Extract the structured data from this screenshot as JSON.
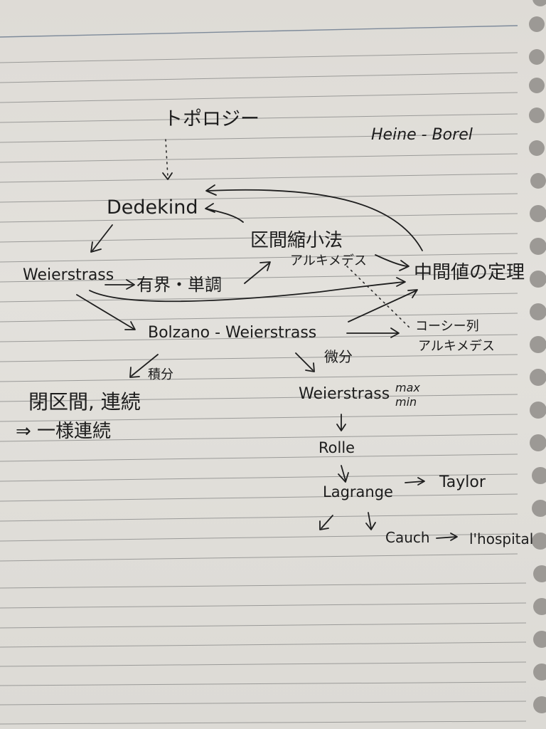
{
  "page": {
    "paper_color": "#e0ded9",
    "rule_color": "#9a9a98",
    "ink_color": "#1c1c1c",
    "hole_color": "#9c9995"
  },
  "nodes": {
    "topology": "トポロジー",
    "heine_borel": "Heine - Borel",
    "dedekind": "Dedekind",
    "nested_intervals": "区間縮小法",
    "archimedes_1": "アルキメデス",
    "weierstrass": "Weierstrass",
    "bounded_monotone": "有界・単調",
    "intermediate_value": "中間値の定理",
    "bolzano_weierstrass": "Bolzano - Weierstrass",
    "cauchy_sequence": "コーシー列",
    "archimedes_2": "アルキメデス",
    "integral": "積分",
    "differential": "微分",
    "closed_interval_continuous": "閉区間, 連続",
    "uniform_continuity": "⇒ 一様連続",
    "weierstrass_maxmin": "Weierstrass",
    "max": "max",
    "min": "min",
    "rolle": "Rolle",
    "lagrange": "Lagrange",
    "taylor": "Taylor",
    "cauchy": "Cauch",
    "lhospital": "l'hospital"
  },
  "edges": [
    {
      "from": "topology",
      "to": "dedekind",
      "style": "dotted"
    },
    {
      "from": "intermediate_value",
      "to": "dedekind",
      "style": "solid"
    },
    {
      "from": "nested_intervals",
      "to": "dedekind",
      "style": "solid"
    },
    {
      "from": "dedekind",
      "to": "weierstrass",
      "style": "solid"
    },
    {
      "from": "weierstrass",
      "to": "bounded_monotone",
      "style": "solid"
    },
    {
      "from": "bounded_monotone",
      "to": "nested_intervals",
      "style": "solid"
    },
    {
      "from": "archimedes_1",
      "to": "intermediate_value",
      "style": "solid"
    },
    {
      "from": "weierstrass",
      "to": "intermediate_value",
      "style": "solid"
    },
    {
      "from": "weierstrass",
      "to": "bolzano_weierstrass",
      "style": "solid"
    },
    {
      "from": "bolzano_weierstrass",
      "to": "intermediate_value",
      "style": "solid"
    },
    {
      "from": "bolzano_weierstrass",
      "to": "cauchy_sequence",
      "style": "solid"
    },
    {
      "from": "archimedes_1",
      "to": "cauchy_sequence",
      "style": "dotted"
    },
    {
      "from": "bolzano_weierstrass",
      "to": "closed_interval_continuous",
      "style": "solid",
      "label": "integral"
    },
    {
      "from": "bolzano_weierstrass",
      "to": "weierstrass_maxmin",
      "style": "solid",
      "label": "differential"
    },
    {
      "from": "weierstrass_maxmin",
      "to": "rolle",
      "style": "solid"
    },
    {
      "from": "rolle",
      "to": "lagrange",
      "style": "solid"
    },
    {
      "from": "lagrange",
      "to": "taylor",
      "style": "solid"
    },
    {
      "from": "lagrange",
      "to": "cauchy",
      "style": "solid"
    },
    {
      "from": "cauchy",
      "to": "lhospital",
      "style": "solid"
    }
  ]
}
